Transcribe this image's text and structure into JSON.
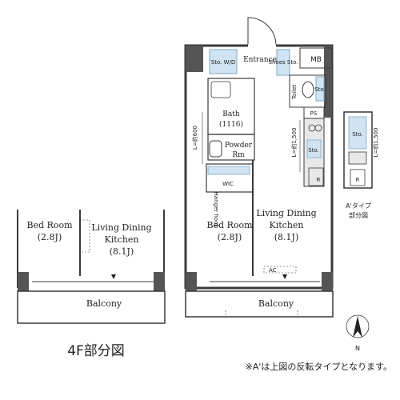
{
  "labels": {
    "entrance": "Entrance",
    "mb": "MB",
    "sto_wd": "Sto. W/D",
    "shoes_sto": "Shoes Sto.",
    "toilet": "Toilet",
    "sto_small": "Sto.",
    "bath": "Bath",
    "bath_size": "(1116)",
    "powder": "Powder",
    "rm": "Rm",
    "ps": "PS",
    "wic": "WIC",
    "hanger_hook": "Hanger hook",
    "bed_room": "Bed Room",
    "bed_size": "(2.8J)",
    "living_line1": "Living Dining",
    "living_line2": "Kitchen",
    "living_size": "(8.1J)",
    "balcony": "Balcony",
    "r": "R",
    "dim_600": "L=約600",
    "dim_1500": "L=約1,500",
    "a_type_1": "A'タイプ",
    "a_type_2": "部分図",
    "floor_part": "4F部分図",
    "note": "※A'は上図の反転タイプとなります。",
    "north": "N",
    "ac": "AC"
  },
  "colors": {
    "wall": "#3a3a3a",
    "wet": "#cfe3f2",
    "wet_stroke": "#7fa8c9"
  }
}
